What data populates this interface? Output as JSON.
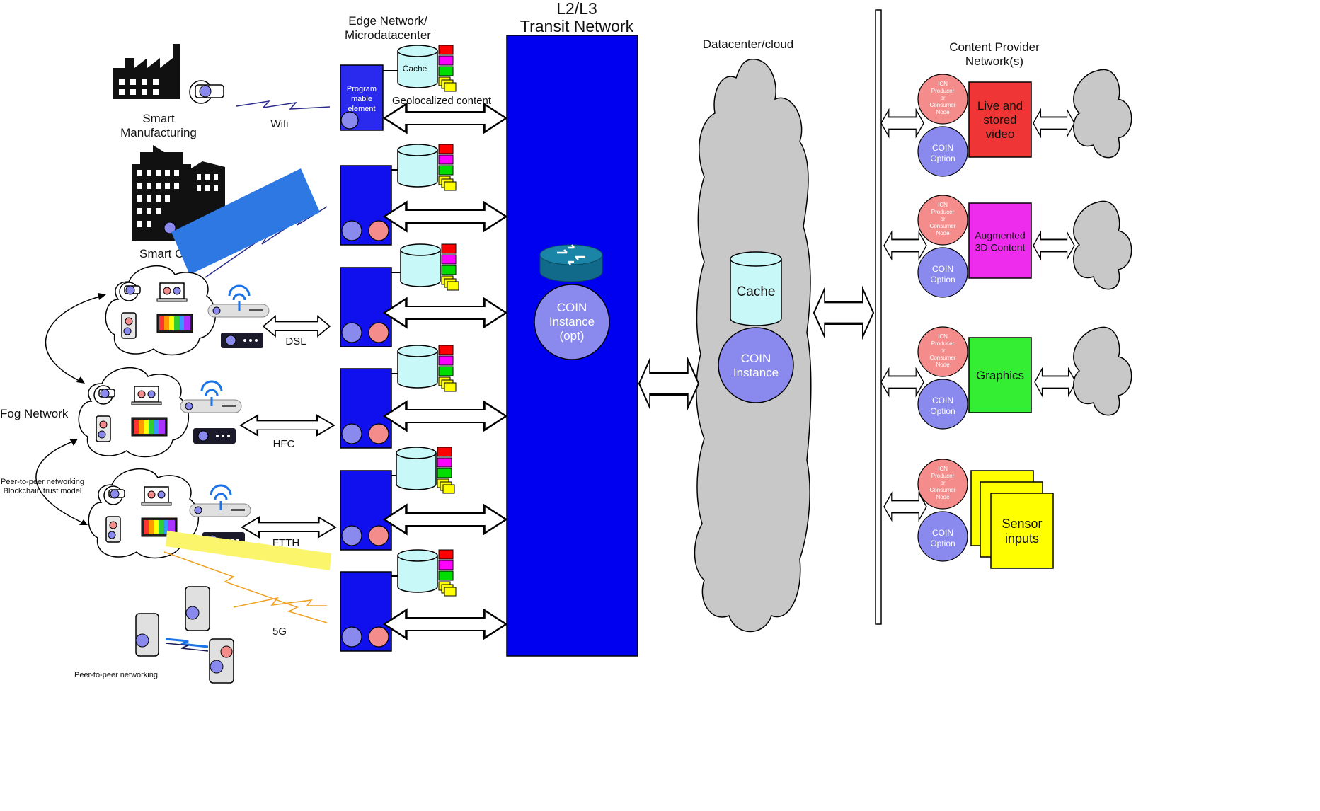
{
  "labels": {
    "transit_title_line1": "L2/L3",
    "transit_title_line2": "Transit Network",
    "edge_title_line1": "Edge Network/",
    "edge_title_line2": "Microdatacenter",
    "datacenter_title": "Datacenter/cloud",
    "content_provider_line1": "Content Provider",
    "content_provider_line2": "Network(s)",
    "smart_manufacturing_line1": "Smart",
    "smart_manufacturing_line2": "Manufacturing",
    "smart_city": "Smart C",
    "fog_network": "Fog Network",
    "p2p_line1": "Peer-to-peer networking",
    "p2p_line2": "Blockchain trust model",
    "p2p_bottom": "Peer-to-peer networking",
    "wifi": "Wifi",
    "dsl": "DSL",
    "hfc": "HFC",
    "ftth": "FTTH",
    "five_g": "5G",
    "geolocalized": "Geolocalized content",
    "cache_small": "Cache",
    "programmable_line1": "Program",
    "programmable_line2": "mable",
    "programmable_line3": "element",
    "transit_coin_line1": "COIN",
    "transit_coin_line2": "Instance",
    "transit_coin_line3": "(opt)",
    "cloud_cache": "Cache",
    "cloud_coin_line1": "COIN",
    "cloud_coin_line2": "Instance",
    "icn_line1": "ICN",
    "icn_line2": "Producer",
    "icn_line3": "or",
    "icn_line4": "Consumer",
    "icn_line5": "Node",
    "coin_opt_line1": "COIN",
    "coin_opt_line2": "Option"
  },
  "providers": [
    {
      "lines": [
        "Live and",
        "stored",
        "video"
      ],
      "color": "#ef3535"
    },
    {
      "lines": [
        "Augmented",
        "3D Content"
      ],
      "color": "#ee2cee"
    },
    {
      "lines": [
        "Graphics"
      ],
      "color": "#33ee33"
    },
    {
      "lines": [
        "Sensor",
        "inputs"
      ],
      "color": "#ffff00"
    }
  ],
  "colors": {
    "transit_blue": "#0000f0",
    "edge_blue": "#1010ee",
    "cache_cyan": "#c8f8f8",
    "coin_purple": "#8a8aee",
    "icn_pink": "#f58c8c",
    "cloud_gray": "#c8c8c8"
  }
}
